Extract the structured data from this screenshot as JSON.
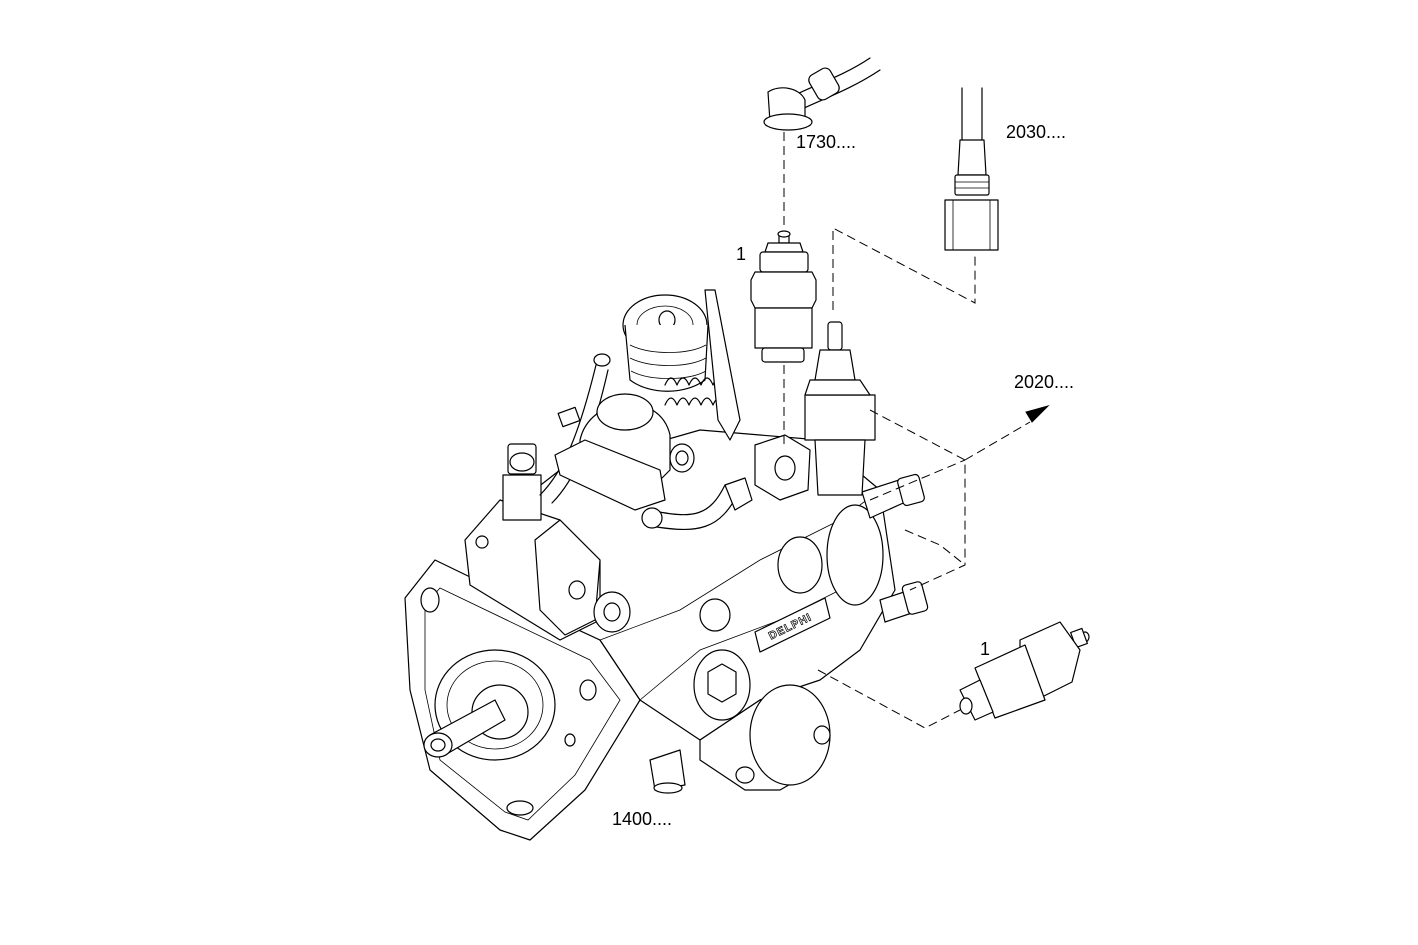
{
  "callouts": {
    "pump_assembly": "1400....",
    "sensor_top": "1",
    "sensor_side": "1",
    "connector_cap": "1730....",
    "sensor_cable": "2030....",
    "direction_ref": "2020...."
  },
  "brand_plate": "DELPHI",
  "colors": {
    "line": "#000000",
    "background": "#ffffff"
  }
}
